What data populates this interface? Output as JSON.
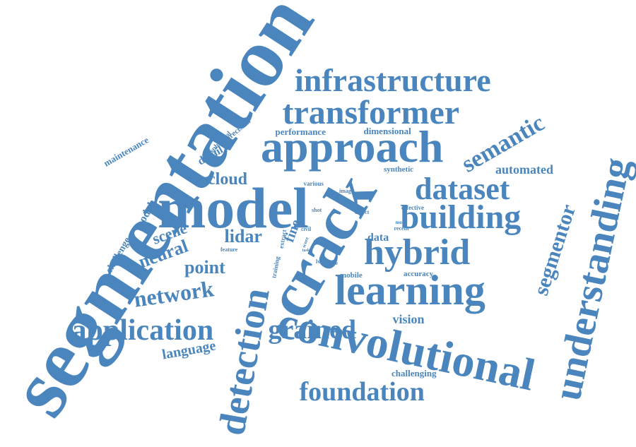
{
  "style": {
    "word_color": "#4a86bd",
    "background": "#ffffff"
  },
  "words": [
    {
      "id": "segmentation",
      "text": "segmentation",
      "orientation": "rotated"
    },
    {
      "id": "model",
      "text": "model",
      "orientation": "horizontal"
    },
    {
      "id": "crack",
      "text": "crack",
      "orientation": "rotated"
    },
    {
      "id": "convolutional",
      "text": "convolutional",
      "orientation": "horizontal"
    },
    {
      "id": "understanding",
      "text": "understanding",
      "orientation": "rotated"
    },
    {
      "id": "approach",
      "text": "approach",
      "orientation": "horizontal"
    },
    {
      "id": "learning",
      "text": "learning",
      "orientation": "horizontal"
    },
    {
      "id": "infrastructure",
      "text": "infrastructure",
      "orientation": "horizontal"
    },
    {
      "id": "transformer",
      "text": "transformer",
      "orientation": "horizontal"
    },
    {
      "id": "detection",
      "text": "detection",
      "orientation": "rotated"
    },
    {
      "id": "building",
      "text": "building",
      "orientation": "horizontal"
    },
    {
      "id": "hybrid",
      "text": "hybrid",
      "orientation": "horizontal"
    },
    {
      "id": "dataset",
      "text": "dataset",
      "orientation": "horizontal"
    },
    {
      "id": "application",
      "text": "application",
      "orientation": "horizontal"
    },
    {
      "id": "foundation",
      "text": "foundation",
      "orientation": "horizontal"
    },
    {
      "id": "grained",
      "text": "grained",
      "orientation": "horizontal"
    },
    {
      "id": "semantic",
      "text": "semantic",
      "orientation": "rotated"
    },
    {
      "id": "segmentor",
      "text": "segmentor",
      "orientation": "rotated"
    },
    {
      "id": "network",
      "text": "network",
      "orientation": "rotated"
    },
    {
      "id": "point",
      "text": "point",
      "orientation": "horizontal"
    },
    {
      "id": "cloud",
      "text": "cloud",
      "orientation": "horizontal"
    },
    {
      "id": "lidar",
      "text": "lidar",
      "orientation": "horizontal"
    },
    {
      "id": "neural",
      "text": "neural",
      "orientation": "rotated"
    },
    {
      "id": "scene",
      "text": "scene",
      "orientation": "rotated"
    },
    {
      "id": "fine",
      "text": "fine",
      "orientation": "rotated"
    },
    {
      "id": "language",
      "text": "language",
      "orientation": "rotated"
    },
    {
      "id": "automated",
      "text": "automated",
      "orientation": "horizontal"
    },
    {
      "id": "vision",
      "text": "vision",
      "orientation": "horizontal"
    },
    {
      "id": "data",
      "text": "data",
      "orientation": "horizontal"
    },
    {
      "id": "detail",
      "text": "detail",
      "orientation": "rotated"
    },
    {
      "id": "modal",
      "text": "modal",
      "orientation": "rotated"
    },
    {
      "id": "challenge",
      "text": "challenge",
      "orientation": "rotated"
    },
    {
      "id": "maintenance",
      "text": "maintenance",
      "orientation": "rotated"
    },
    {
      "id": "performance",
      "text": "performance",
      "orientation": "horizontal"
    },
    {
      "id": "dimensional",
      "text": "dimensional",
      "orientation": "horizontal"
    },
    {
      "id": "challenging",
      "text": "challenging",
      "orientation": "horizontal"
    },
    {
      "id": "synthetic",
      "text": "synthetic",
      "orientation": "horizontal"
    },
    {
      "id": "precision",
      "text": "precision",
      "orientation": "rotated"
    },
    {
      "id": "spherical",
      "text": "spherical",
      "orientation": "rotated"
    },
    {
      "id": "various",
      "text": "various",
      "orientation": "horizontal"
    },
    {
      "id": "image",
      "text": "image",
      "orientation": "horizontal"
    },
    {
      "id": "shot",
      "text": "shot",
      "orientation": "horizontal"
    },
    {
      "id": "detect",
      "text": "detect",
      "orientation": "horizontal"
    },
    {
      "id": "effective",
      "text": "effective",
      "orientation": "horizontal"
    },
    {
      "id": "more",
      "text": "more",
      "orientation": "horizontal"
    },
    {
      "id": "recent",
      "text": "recent",
      "orientation": "horizontal"
    },
    {
      "id": "civil",
      "text": "civil",
      "orientation": "horizontal"
    },
    {
      "id": "extract",
      "text": "extract",
      "orientation": "rotated"
    },
    {
      "id": "score",
      "text": "score",
      "orientation": "rotated"
    },
    {
      "id": "zero",
      "text": "zero",
      "orientation": "rotated"
    },
    {
      "id": "task",
      "text": "task",
      "orientation": "horizontal"
    },
    {
      "id": "cost",
      "text": "cost",
      "orientation": "horizontal"
    },
    {
      "id": "training",
      "text": "training",
      "orientation": "rotated"
    },
    {
      "id": "lvms",
      "text": "lvms",
      "orientation": "horizontal"
    },
    {
      "id": "state",
      "text": "state",
      "orientation": "horizontal"
    },
    {
      "id": "mobile",
      "text": "mobile",
      "orientation": "horizontal"
    },
    {
      "id": "accuracy",
      "text": "accuracy",
      "orientation": "horizontal"
    },
    {
      "id": "feature",
      "text": "feature",
      "orientation": "horizontal"
    }
  ]
}
